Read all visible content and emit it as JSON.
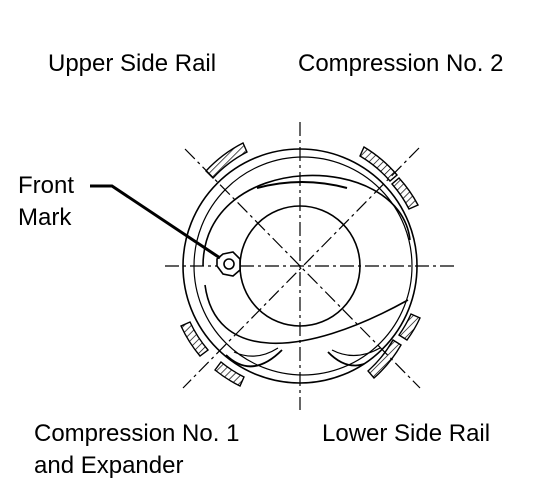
{
  "labels": {
    "upper_side_rail": "Upper Side Rail",
    "compression_no_2": "Compression No. 2",
    "front_mark_line1": "Front",
    "front_mark_line2": "Mark",
    "compression_no_1_line1": "Compression No. 1",
    "compression_no_1_line2": "and Expander",
    "lower_side_rail": "Lower Side Rail"
  },
  "colors": {
    "ink": "#000000",
    "background": "#ffffff"
  }
}
